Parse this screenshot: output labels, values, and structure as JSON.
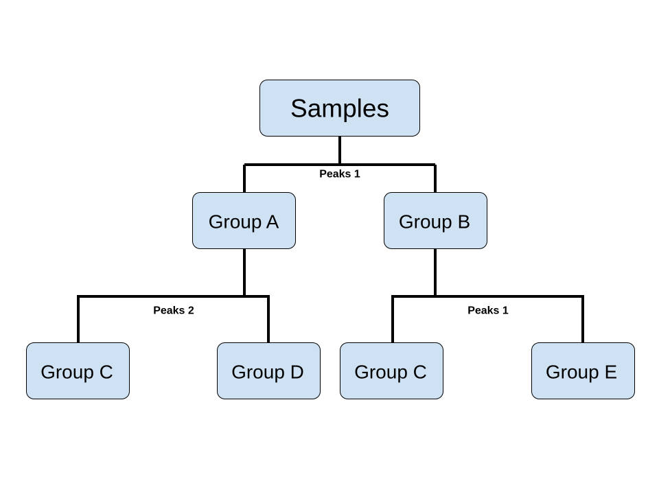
{
  "theme": {
    "node_fill": "#cfe2f3",
    "node_border": "#000000",
    "connector_color": "#000000"
  },
  "tree": {
    "root": {
      "label": "Samples"
    },
    "level1": {
      "split_label": "Peaks 1",
      "left": {
        "label": "Group A"
      },
      "right": {
        "label": "Group B"
      }
    },
    "level2_left": {
      "split_label": "Peaks 2",
      "left": {
        "label": "Group C"
      },
      "right": {
        "label": "Group D"
      }
    },
    "level2_right": {
      "split_label": "Peaks 1",
      "left": {
        "label": "Group C"
      },
      "right": {
        "label": "Group E"
      }
    }
  }
}
